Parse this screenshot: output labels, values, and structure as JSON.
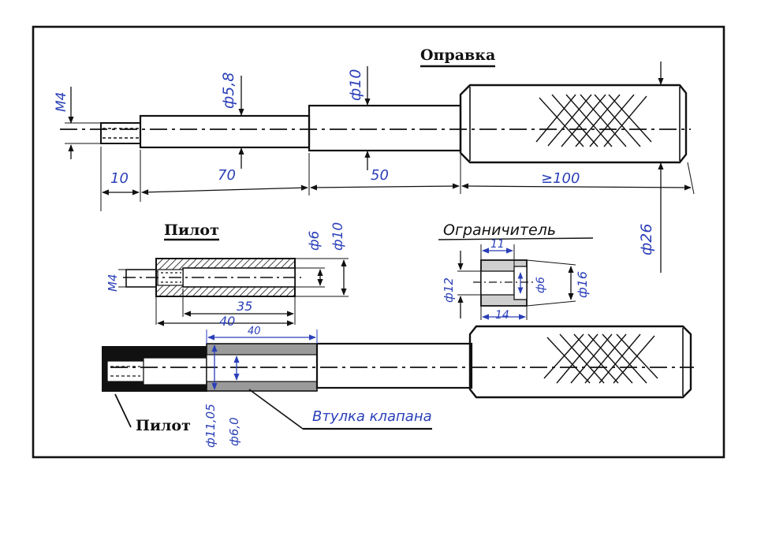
{
  "titles": {
    "mandrel": "Оправка",
    "pilot_top": "Пилот",
    "limiter": "Ограничитель",
    "pilot_bottom": "Пилот",
    "valve_guide": "Втулка клапана"
  },
  "dims": {
    "mandrel": {
      "thread": "М4",
      "d1": "ф5,8",
      "d2": "ф10",
      "d3": "ф26",
      "len1": "10",
      "len2": "70",
      "len3": "50",
      "len4": "≥100"
    },
    "pilot": {
      "thread": "М4",
      "d_inner": "ф6",
      "d_outer": "ф10",
      "len_bore": "35",
      "len_total": "40"
    },
    "limiter": {
      "width_top": "11",
      "width_bottom": "14",
      "d_outer": "ф12",
      "d_bore": "ф6",
      "d_big": "ф16"
    },
    "assembly": {
      "len": "40",
      "d1": "ф11,05",
      "d2": "ф6,0"
    }
  },
  "colors": {
    "ink": "#111111",
    "pen": "#2a3fb8"
  }
}
